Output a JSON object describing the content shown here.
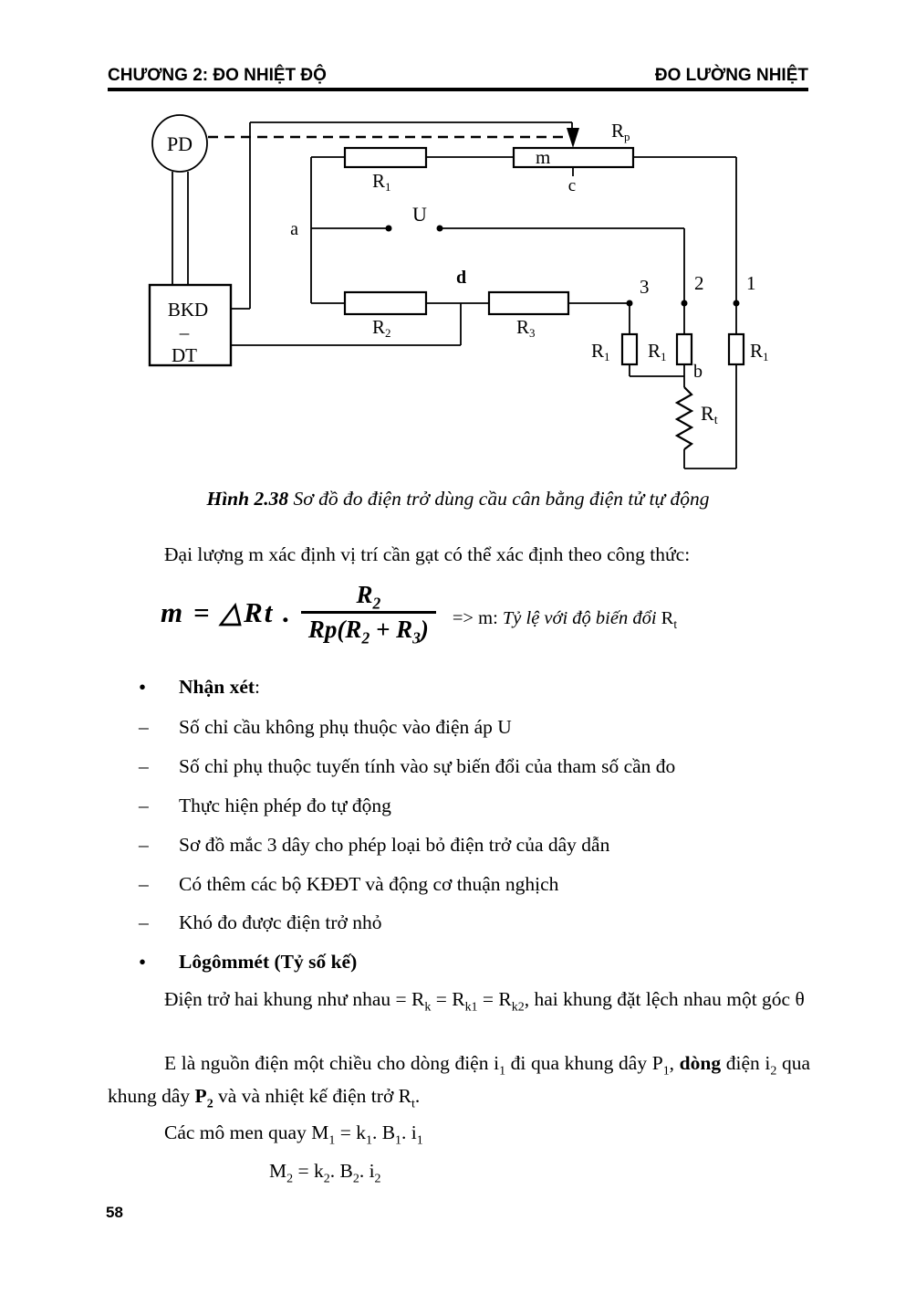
{
  "header": {
    "left": "CHƯƠNG 2: ĐO NHIỆT ĐỘ",
    "right": "ĐO LƯỜNG NHIỆT"
  },
  "diagram": {
    "pd": "PD",
    "bkd_line1": "BKD",
    "bkd_line2": "–",
    "bkd_line3": "DT",
    "r1_base": "R",
    "r1_sub": "1",
    "r2_base": "R",
    "r2_sub": "2",
    "r3_base": "R",
    "r3_sub": "3",
    "rp_base": "R",
    "rp_sub": "p",
    "rt_base": "R",
    "rt_sub": "t",
    "label_m": "m",
    "label_c": "c",
    "label_a": "a",
    "label_u": "U",
    "label_d": "d",
    "label_b": "b",
    "node1": "1",
    "node2": "2",
    "node3": "3"
  },
  "caption": {
    "segments": [
      {
        "t": "Hình 2.38 ",
        "b": true,
        "i": true
      },
      {
        "t": "Sơ đồ đo điện trở dùng cầu cân bằng điện tử tự động",
        "i": true
      }
    ]
  },
  "intro": {
    "text": "Đại lượng m xác định vị trí cần gạt có thể xác định theo công thức:"
  },
  "formula": {
    "lhs": "m = △Rt .",
    "numerator": [
      {
        "t": "R"
      },
      {
        "t": "2",
        "s": true
      }
    ],
    "denominator": [
      {
        "t": "Rp("
      },
      {
        "t": "R"
      },
      {
        "t": "2",
        "s": true
      },
      {
        "t": " + "
      },
      {
        "t": "R"
      },
      {
        "t": "3",
        "s": true
      },
      {
        "t": ")"
      }
    ],
    "note": [
      {
        "t": "=> m: "
      },
      {
        "t": "Tỷ lệ với độ biến đổi ",
        "i": true
      },
      {
        "t": "R"
      },
      {
        "t": "t",
        "s": true
      }
    ]
  },
  "notes": {
    "bullet": "•",
    "dash": "–",
    "heading1": [
      {
        "t": "Nhận xét",
        "b": true
      },
      {
        "t": ":"
      }
    ],
    "items": [
      "Số chỉ cầu không phụ thuộc vào điện áp U",
      "Số chỉ phụ thuộc tuyến tính vào sự biến đổi của tham số cần đo",
      "Thực hiện phép đo tự động",
      "Sơ đồ mắc 3 dây cho phép loại bỏ điện trở của dây dẫn",
      "Có thêm các bộ KĐĐT và động cơ thuận nghịch",
      "Khó đo được điện trở nhỏ"
    ],
    "heading2": [
      {
        "t": "Lôgômmét (Tỷ số kế)",
        "b": true
      }
    ]
  },
  "paragraphs": {
    "khung": [
      {
        "t": "Điện trở hai khung như nhau = R"
      },
      {
        "t": "k",
        "s": true
      },
      {
        "t": " = R"
      },
      {
        "t": "k1",
        "s": true
      },
      {
        "t": " = R"
      },
      {
        "t": "k2",
        "s": true
      },
      {
        "t": ", hai khung đặt lệch nhau một góc θ"
      }
    ],
    "nguon": [
      {
        "t": "E là nguồn điện một chiều cho dòng điện i"
      },
      {
        "t": "1",
        "s": true
      },
      {
        "t": " đi qua khung dây P"
      },
      {
        "t": "1",
        "s": true
      },
      {
        "t": ", "
      },
      {
        "t": "dòng",
        "b": true
      },
      {
        "t": " điện i"
      },
      {
        "t": "2",
        "s": true
      },
      {
        "t": " qua khung dây "
      },
      {
        "t": "P",
        "b": true
      },
      {
        "t": "2",
        "s": true,
        "b": true
      },
      {
        "t": " và và nhiệt kế điện trở R"
      },
      {
        "t": "t",
        "s": true
      },
      {
        "t": "."
      }
    ],
    "moment": [
      {
        "t": "Các mô men quay M"
      },
      {
        "t": "1",
        "s": true
      },
      {
        "t": " = k"
      },
      {
        "t": "1",
        "s": true
      },
      {
        "t": ". B"
      },
      {
        "t": "1",
        "s": true
      },
      {
        "t": ". i"
      },
      {
        "t": "1",
        "s": true
      }
    ],
    "m2": [
      {
        "t": "M"
      },
      {
        "t": "2",
        "s": true
      },
      {
        "t": " = k"
      },
      {
        "t": "2",
        "s": true
      },
      {
        "t": ". B"
      },
      {
        "t": "2",
        "s": true
      },
      {
        "t": ". i"
      },
      {
        "t": "2",
        "s": true
      }
    ]
  },
  "page": {
    "number": "58"
  }
}
